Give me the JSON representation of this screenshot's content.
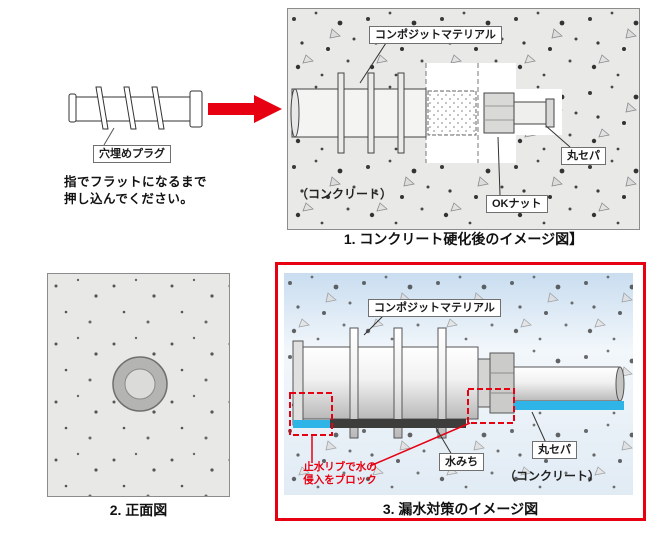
{
  "colors": {
    "accent_red": "#e60012",
    "water_blue": "#2fb4e8",
    "concrete_gray": "#e9e9e7",
    "panel_border": "#8c8c8c"
  },
  "plug": {
    "label": "穴埋めプラグ",
    "instruction1": "指でフラットになるまで",
    "instruction2": "押し込んでください。"
  },
  "fig1": {
    "composite": "コンポジットマテリアル",
    "separator": "丸セパ",
    "concrete": "（コンクリート）",
    "nut": "OKナット",
    "caption": "1. コンクリート硬化後のイメージ図】"
  },
  "fig2": {
    "caption": "2. 正面図"
  },
  "fig3": {
    "composite": "コンポジットマテリアル",
    "separator": "丸セパ",
    "water_path": "水みち",
    "concrete": "（コンクリート）",
    "waterstop1": "止水リブで水の",
    "waterstop2": "侵入をブロック",
    "caption": "3. 漏水対策のイメージ図"
  }
}
